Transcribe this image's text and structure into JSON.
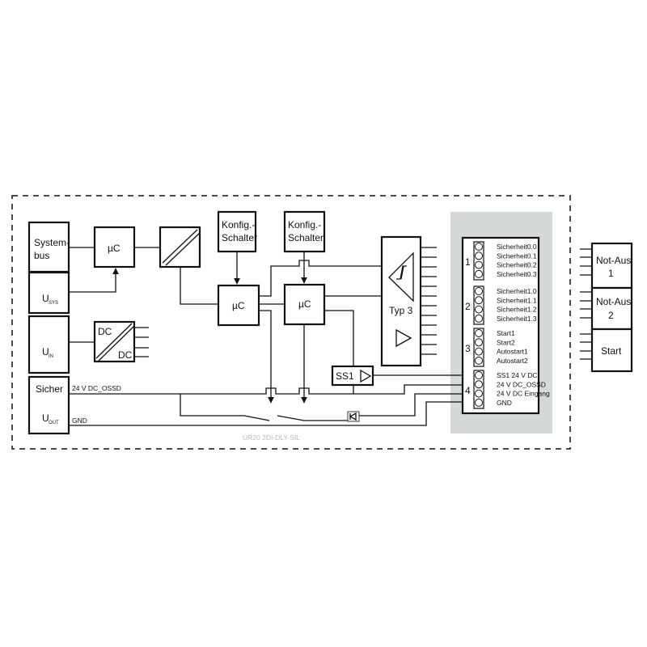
{
  "left_column": {
    "systembus_1": "System-",
    "systembus_2": "bus",
    "usys": "U",
    "usys_sub": "SYS",
    "uin": "U",
    "uin_sub": "IN",
    "sicher": "Sicher",
    "uout": "U",
    "uout_sub": "OUT"
  },
  "blocks": {
    "uc": "µC",
    "dc_in": "DC",
    "dc_out": "DC",
    "konfig_1": "Konfig.-",
    "konfig_2": "Schalter",
    "typ3": "Typ 3",
    "ss1": "SS1"
  },
  "lines": {
    "ossd": "24 V DC_OSSD",
    "gnd": "GND"
  },
  "module_name": "UR20 2DI-DLY-SIL",
  "connector": {
    "groups": [
      {
        "num": "1",
        "pins": [
          "Sicherheit0.0",
          "Sicherheit0.1",
          "Sicherheit0.2",
          "Sicherheit0.3"
        ]
      },
      {
        "num": "2",
        "pins": [
          "Sicherheit1.0",
          "Sicherheit1.1",
          "Sicherheit1.2",
          "Sicherheit1.3"
        ]
      },
      {
        "num": "3",
        "pins": [
          "Start1",
          "Start2",
          "Autostart1",
          "Autostart2"
        ]
      },
      {
        "num": "4",
        "pins": [
          "SS1 24 V DC",
          "24 V DC_OSSD",
          "24 V DC Eingang",
          "GND"
        ]
      }
    ]
  },
  "external": {
    "notaus1_a": "Not-Aus",
    "notaus1_b": "1",
    "notaus2_a": "Not-Aus",
    "notaus2_b": "2",
    "start": "Start"
  },
  "colors": {
    "panel": "#d5d9d9",
    "line": "#111111",
    "footer": "#b8bcbc"
  }
}
